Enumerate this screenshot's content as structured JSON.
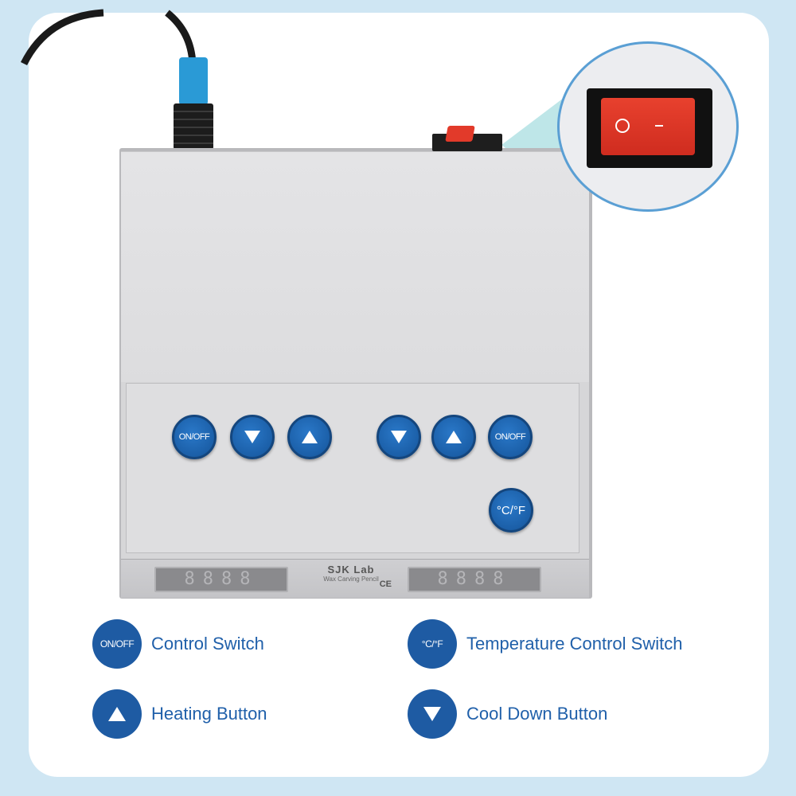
{
  "device": {
    "brand": "SJK Lab",
    "model": "Wax Carving Pencil",
    "cert": "CE",
    "display_left": "8888",
    "display_right": "8888",
    "buttons": {
      "left_on_off": "ON/OFF",
      "right_on_off": "ON/OFF",
      "unit_toggle": "°C/°F"
    }
  },
  "switch": {
    "symbol_off": "O",
    "symbol_on": "-"
  },
  "legend": {
    "control_switch": {
      "icon_label": "ON/OFF",
      "label": "Control Switch"
    },
    "temperature_control": {
      "icon_label": "°C/°F",
      "label": "Temperature Control Switch"
    },
    "heating": {
      "icon": "triangle-up-icon",
      "label": "Heating Button"
    },
    "cool_down": {
      "icon": "triangle-down-icon",
      "label": "Cool Down Button"
    }
  },
  "colors": {
    "background": "#cfe6f3",
    "button_blue": "#1e5ba3",
    "label_blue": "#2060aa",
    "switch_red": "#e23a2a"
  }
}
